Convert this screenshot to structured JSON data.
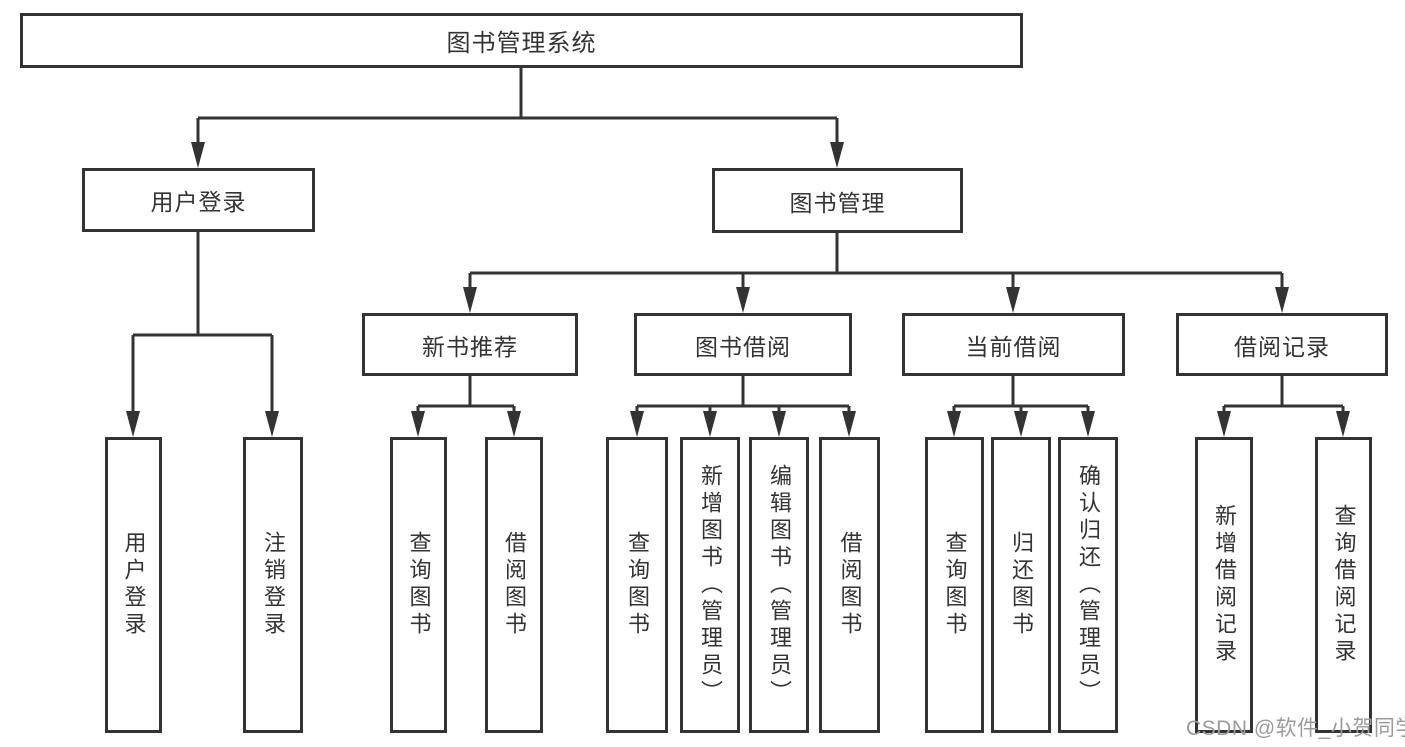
{
  "tree": {
    "label": "图书管理系统",
    "children": [
      {
        "label": "用户登录",
        "children": [
          {
            "label": "用户登录"
          },
          {
            "label": "注销登录"
          }
        ]
      },
      {
        "label": "图书管理",
        "children": [
          {
            "label": "新书推荐",
            "children": [
              {
                "label": "查询图书"
              },
              {
                "label": "借阅图书"
              }
            ]
          },
          {
            "label": "图书借阅",
            "children": [
              {
                "label": "查询图书"
              },
              {
                "label": "新增图书（管理员）"
              },
              {
                "label": "编辑图书（管理员）"
              },
              {
                "label": "借阅图书"
              }
            ]
          },
          {
            "label": "当前借阅",
            "children": [
              {
                "label": "查询图书"
              },
              {
                "label": "归还图书"
              },
              {
                "label": "确认归还（管理员）"
              }
            ]
          },
          {
            "label": "借阅记录",
            "children": [
              {
                "label": "新增借阅记录"
              },
              {
                "label": "查询借阅记录"
              }
            ]
          }
        ]
      }
    ]
  },
  "watermark": {
    "text": "CSDN @软件_小贺同学"
  },
  "colors": {
    "line": "#333333",
    "box_border": "#333333",
    "text": "#333333",
    "background": "#ffffff",
    "watermark": "#9b9b9b"
  }
}
